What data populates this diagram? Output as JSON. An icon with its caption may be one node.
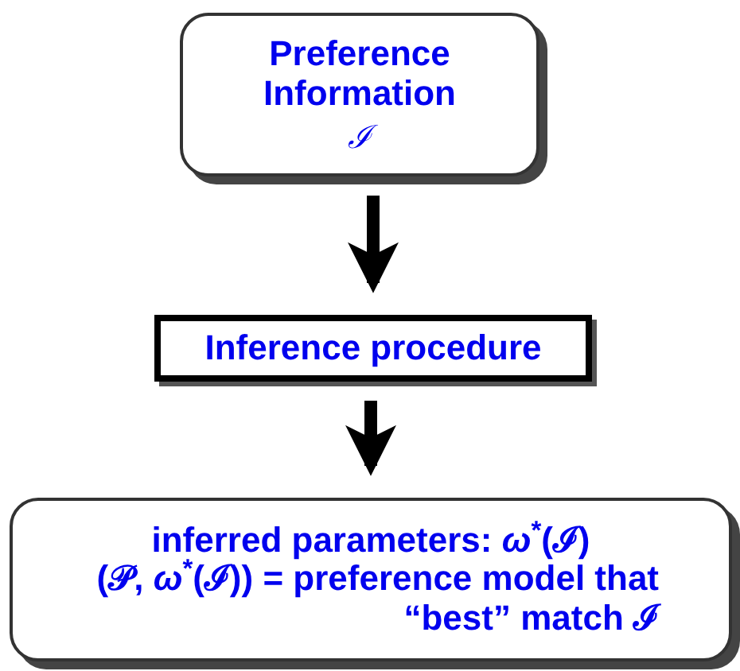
{
  "diagram": {
    "nodes": [
      {
        "text": [
          "Preference Information",
          "ℐ"
        ]
      },
      {
        "text": [
          "Inference procedure"
        ]
      },
      {
        "text": [
          "inferred parameters: *ω*$^{*}$(ℐ)",
          "(𝒫, *ω*$^{*}$(ℐ)) = preference model that “best” match ℐ"
        ]
      }
    ],
    "edges": [
      {
        "from": 0,
        "to": 1,
        "arrow": "to"
      },
      {
        "from": 1,
        "to": 2,
        "arrow": "to"
      }
    ]
  }
}
